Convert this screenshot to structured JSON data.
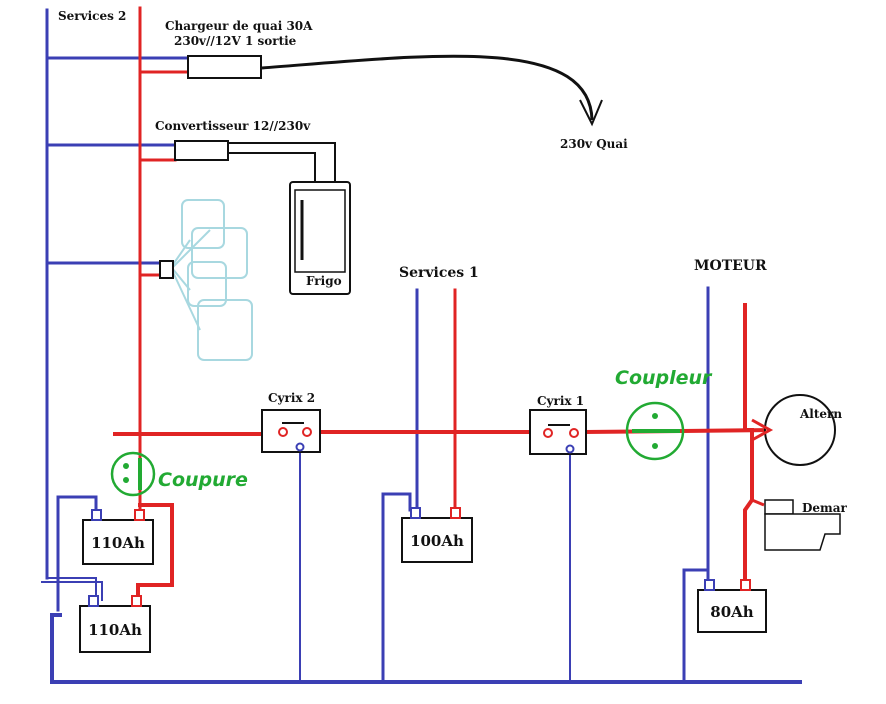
{
  "labels": {
    "services2": "Services 2",
    "chargeur_line1": "Chargeur de quai 30A",
    "chargeur_line2": "230v//12V  1 sortie",
    "quai": "230v Quai",
    "convertisseur": "Convertisseur 12//230v",
    "frigo": "Frigo",
    "services1": "Services 1",
    "moteur": "MOTEUR",
    "cyrix2": "Cyrix 2",
    "cyrix1": "Cyrix 1",
    "altern": "Altern",
    "demar": "Demar",
    "coupure": "Coupure",
    "coupleur": "Coupleur"
  },
  "batteries": {
    "service2_top": "110Ah",
    "service2_bottom": "110Ah",
    "service1": "100Ah",
    "moteur": "80Ah"
  },
  "colors": {
    "positive": "#e02424",
    "negative": "#3b3fb4",
    "handwritten": "#22aa33",
    "outline": "#111111"
  }
}
